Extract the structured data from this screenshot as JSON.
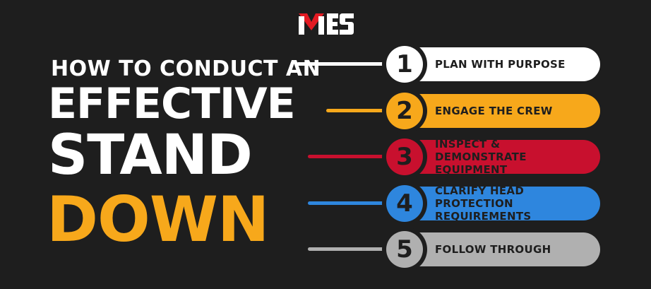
{
  "logo": {
    "text": "MES"
  },
  "headline": {
    "line1": "HOW TO CONDUCT AN",
    "line2": "EFFECTIVE",
    "line3": "STAND",
    "line4": "DOWN"
  },
  "colors": {
    "background": "#1e1e1e",
    "accent_yellow": "#f7a81b",
    "logo_red": "#e31b23"
  },
  "steps": [
    {
      "number": "1",
      "label": "PLAN WITH PURPOSE",
      "color": "#ffffff",
      "text_color": "#1e1e1e",
      "number_color": "#1e1e1e"
    },
    {
      "number": "2",
      "label": "ENGAGE THE CREW",
      "color": "#f7a81b",
      "text_color": "#1e1e1e",
      "number_color": "#1e1e1e"
    },
    {
      "number": "3",
      "label": "INSPECT & DEMONSTRATE EQUIPMENT",
      "color": "#c8102e",
      "text_color": "#1e1e1e",
      "number_color": "#1e1e1e"
    },
    {
      "number": "4",
      "label": "CLARIFY HEAD PROTECTION REQUIREMENTS",
      "color": "#2e86de",
      "text_color": "#1e1e1e",
      "number_color": "#1e1e1e"
    },
    {
      "number": "5",
      "label": "FOLLOW THROUGH",
      "color": "#b0b0b0",
      "text_color": "#1e1e1e",
      "number_color": "#1e1e1e"
    }
  ]
}
